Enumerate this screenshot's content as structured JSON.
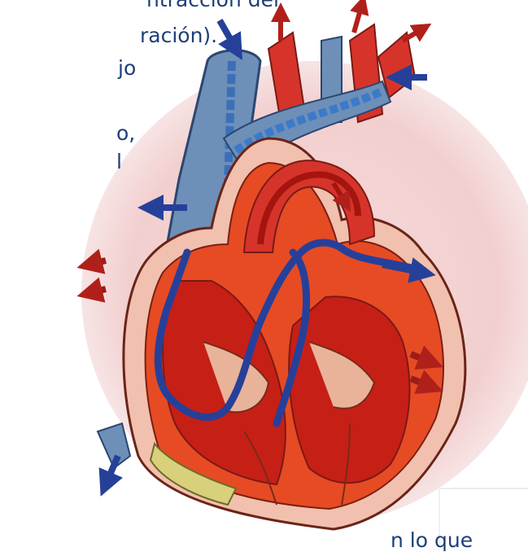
{
  "text_fragments": [
    "ntracción del",
    "ración).",
    "jo",
    "o,",
    "l",
    "n lo que"
  ],
  "colors": {
    "text": "#1d3f78",
    "halo": "#f3d3d3",
    "vein_blue": "#6d8fb8",
    "deoxygenated_arrow": "#26409a",
    "oxygenated_arrow": "#b0201a",
    "inflow_arrow": "#9a1d1a",
    "muscle": "#e64b24",
    "cavity": "#c61f16",
    "valve_tissue": "#e9b39a",
    "outer_tissue": "#f2c0ae"
  },
  "icons": [
    "vena-cava-inflow-arrow",
    "pulmonary-vein-inflow-arrow",
    "aortic-outflow-arrow",
    "pulmonary-outflow-arrow",
    "blood-flow-path"
  ]
}
